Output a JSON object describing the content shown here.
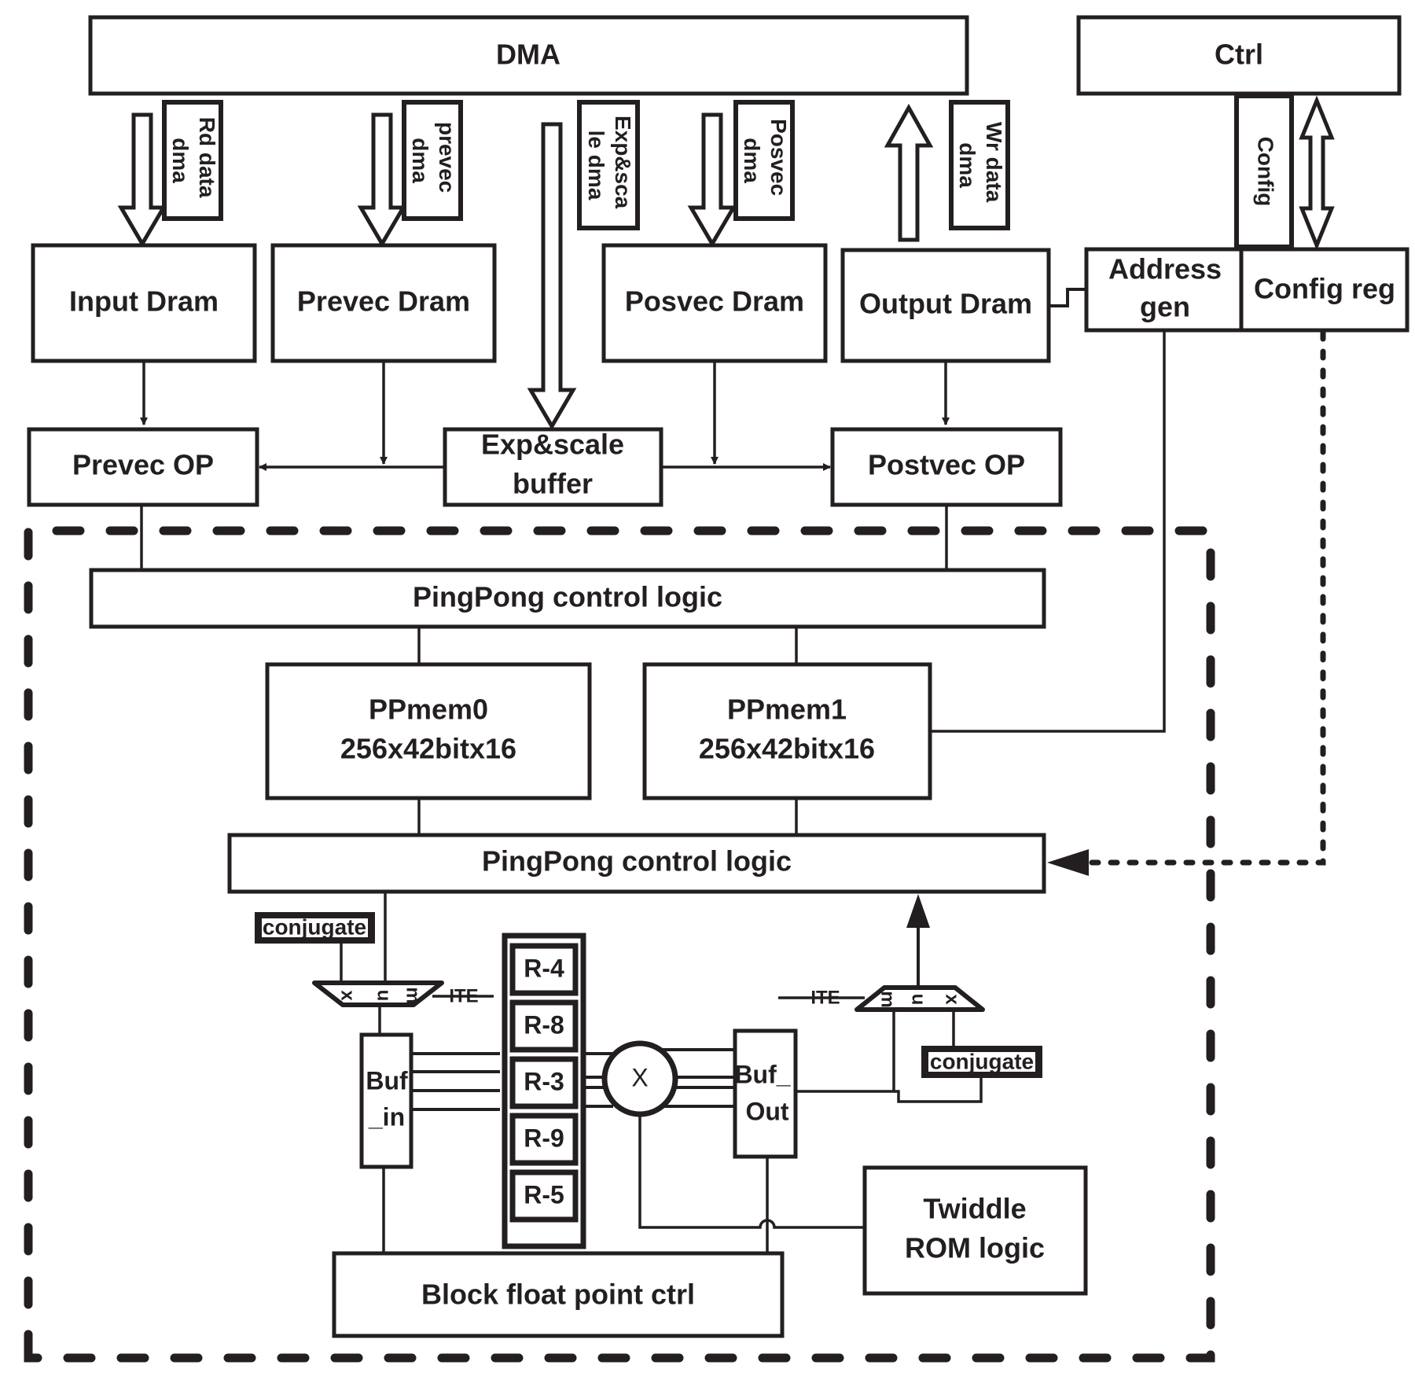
{
  "diagram": {
    "top": {
      "dma": "DMA",
      "ctrl": "Ctrl"
    },
    "channels": {
      "rd_data_dma": [
        "Rd data",
        "dma"
      ],
      "prevec_dma": [
        "prevec",
        "dma"
      ],
      "expscale_dma": [
        "Exp&sca",
        "le dma"
      ],
      "posvec_dma": [
        "Posvec",
        "dma"
      ],
      "wr_data_dma": [
        "Wr data",
        "dma"
      ],
      "config": "Config"
    },
    "drams": {
      "input": "Input Dram",
      "prevec": "Prevec Dram",
      "posvec": "Posvec Dram",
      "output": "Output Dram"
    },
    "address_gen": [
      "Address",
      "gen"
    ],
    "config_reg": "Config reg",
    "ops": {
      "prevec_op": "Prevec OP",
      "expscale_buffer": [
        "Exp&scale",
        "buffer"
      ],
      "postvec_op": "Postvec OP"
    },
    "pingpong_top": "PingPong control logic",
    "ppmem0": [
      "PPmem0",
      "256x42bitx16"
    ],
    "ppmem1": [
      "PPmem1",
      "256x42bitx16"
    ],
    "pingpong_bottom": "PingPong control logic",
    "butterfly": {
      "conjugate_left": "conjugate",
      "conjugate_right": "conjugate",
      "mux_left_inputs": [
        "x",
        "u",
        "m"
      ],
      "mux_right_inputs": [
        "m",
        "u",
        "x"
      ],
      "ite_left": "ITE",
      "ite_right": "ITE",
      "buf_in": [
        "Buf",
        "_in"
      ],
      "radix_units": [
        "R-4",
        "R-8",
        "R-3",
        "R-9",
        "R-5"
      ],
      "multiplier": "X",
      "buf_out": [
        "Buf_",
        "Out"
      ]
    },
    "twiddle": [
      "Twiddle",
      "ROM logic"
    ],
    "block_float": "Block float point ctrl"
  }
}
